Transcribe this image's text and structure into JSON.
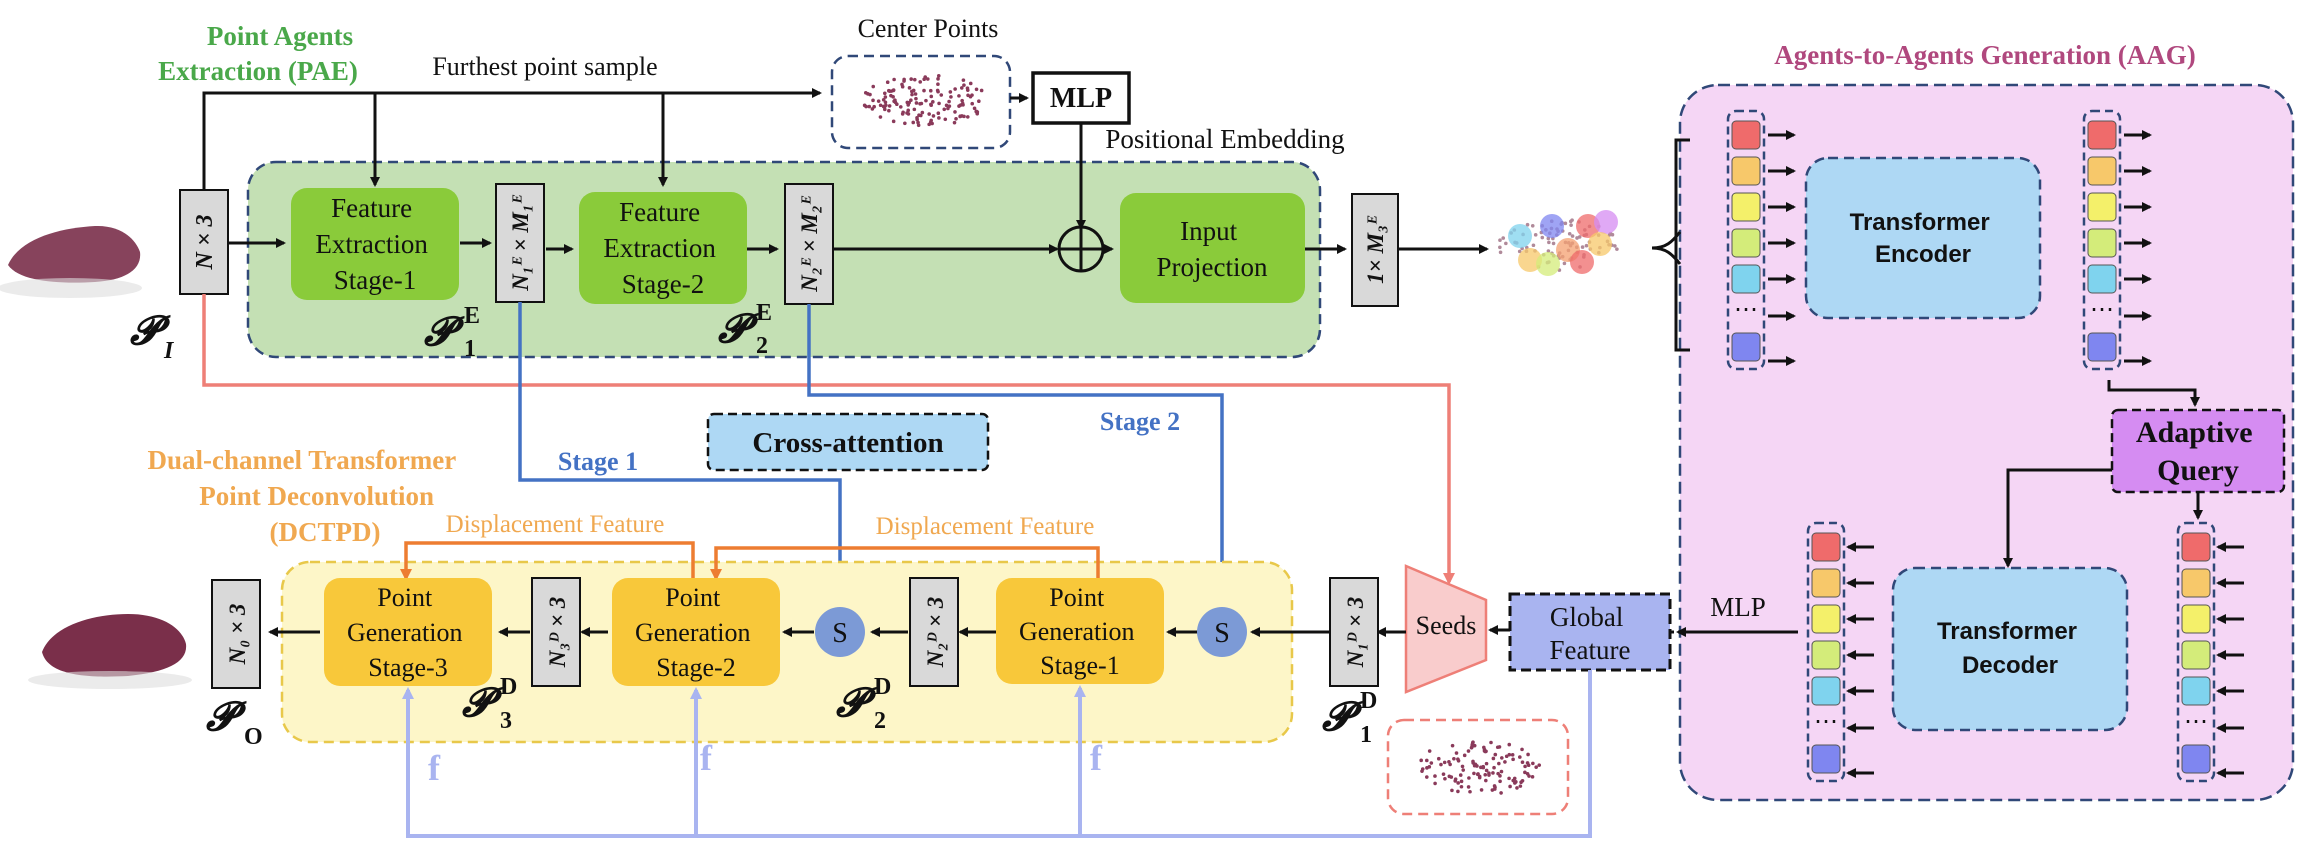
{
  "pae": {
    "title_line1": "Point Agents",
    "title_line2": "Extraction (PAE)",
    "color": "#4aa84a"
  },
  "fps_label": "Furthest point sample",
  "center_points_label": "Center Points",
  "mlp_top": "MLP",
  "pos_embed_label": "Positional Embedding",
  "stages": {
    "fe1": [
      "Feature",
      "Extraction",
      "Stage-1"
    ],
    "fe2": [
      "Feature",
      "Extraction",
      "Stage-2"
    ],
    "proj": [
      "Input",
      "Projection"
    ]
  },
  "tensors": {
    "n3": "N × 3",
    "n1e": "N₁ᴱ × M₁ᴱ",
    "n2e": "N₂ᴱ × M₂ᴱ",
    "m3e": "1× M₃ᴱ",
    "n1d": "N₁ᴰ × 3",
    "n2d": "N₂ᴰ × 3",
    "n3d": "N₃ᴰ × 3",
    "no": "N₀ × 3"
  },
  "symbols": {
    "pi": "𝓟",
    "pi_sub": "I",
    "p1e": "𝓟",
    "p1e_sub": "1",
    "p1e_sup": "E",
    "p2e": "𝓟",
    "p2e_sub": "2",
    "p2e_sup": "E",
    "p1d": "𝓟",
    "p1d_sub": "1",
    "p1d_sup": "D",
    "p2d": "𝓟",
    "p2d_sub": "2",
    "p2d_sup": "D",
    "p3d": "𝓟",
    "p3d_sub": "3",
    "p3d_sup": "D",
    "po": "𝓟",
    "po_sub": "O"
  },
  "aag": {
    "title": "Agents-to-Agents Generation (AAG)",
    "color": "#b0487e",
    "bg": "#f5d6f5"
  },
  "encoder": [
    "Transformer",
    "Encoder"
  ],
  "decoder": [
    "Transformer",
    "Decoder"
  ],
  "adaptive_query": [
    "Adaptive",
    "Query"
  ],
  "mlp_right": "MLP",
  "global_feature": [
    "Global",
    "Feature"
  ],
  "seeds": "Seeds",
  "cross_attention": "Cross-attention",
  "stage1_label": "Stage 1",
  "stage2_label": "Stage 2",
  "dctpd": {
    "line1": "Dual-channel Transformer",
    "line2": "Point Deconvolution",
    "line3": "(DCTPD)",
    "color": "#f0a850"
  },
  "displacement_label": "Displacement Feature",
  "pg": {
    "s1": [
      "Point",
      "Generation",
      "Stage-1"
    ],
    "s2": [
      "Point",
      "Generation",
      "Stage-2"
    ],
    "s3": [
      "Point",
      "Generation",
      "Stage-3"
    ]
  },
  "s_label": "S",
  "f_label": "f",
  "token_colors": [
    "#ef6b6b",
    "#f7c86a",
    "#f4f06a",
    "#d4ec7a",
    "#7fd3ee",
    "#7f86f0"
  ],
  "token_ellipsis": "⋯"
}
